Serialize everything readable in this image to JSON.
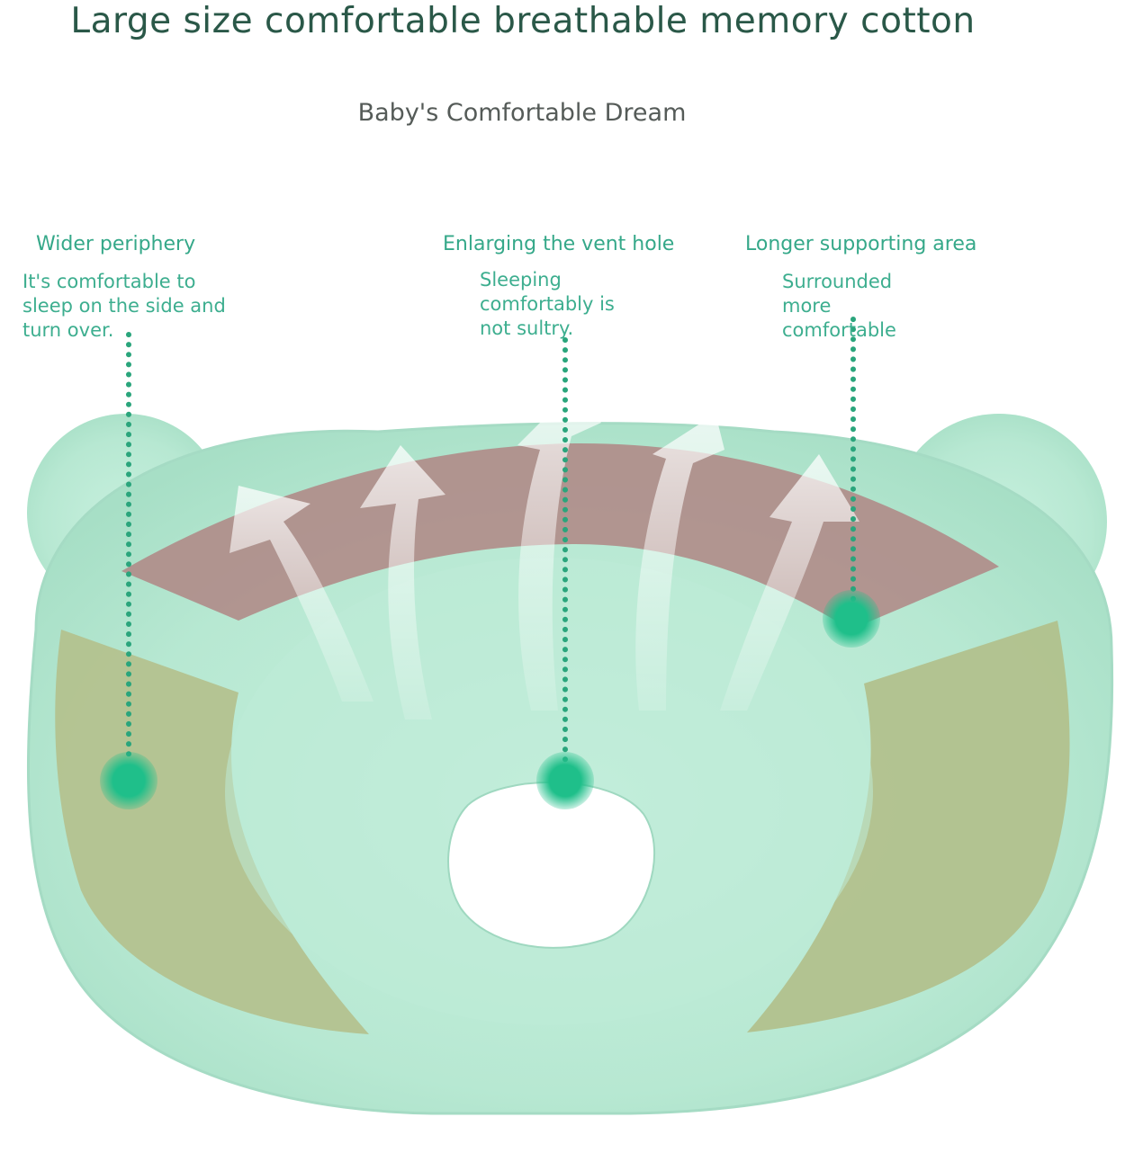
{
  "header": {
    "title": "Large size comfortable breathable memory cotton",
    "subtitle": "Baby's Comfortable Dream"
  },
  "features": [
    {
      "title": "Wider periphery",
      "description": "It's comfortable to\nsleep on the side and\nturn over."
    },
    {
      "title": "Enlarging the vent hole",
      "description": "Sleeping\ncomfortably is\nnot sultry."
    },
    {
      "title": "Longer supporting area",
      "description": "Surrounded\nmore\ncomfortable"
    }
  ],
  "colors": {
    "pillow": "#b7e8d2",
    "pillow_edge": "#9fdbc2",
    "top_band": "#b08d8a",
    "side_pads": "#b1c08f",
    "marker": "#1fbf8a",
    "dotted_line": "#2aa57c",
    "title_text": "#2a5848",
    "feature_text": "#35a889"
  }
}
